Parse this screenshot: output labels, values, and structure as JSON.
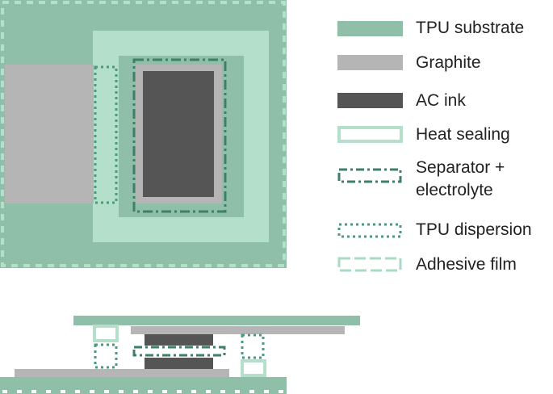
{
  "legend": [
    {
      "key": "tpu_substrate",
      "label": "TPU substrate",
      "swatch": "solid",
      "color": "#8fbfa9"
    },
    {
      "key": "graphite",
      "label": "Graphite",
      "swatch": "solid",
      "color": "#b5b5b5"
    },
    {
      "key": "ac_ink",
      "label": "AC ink",
      "swatch": "solid",
      "color": "#555555"
    },
    {
      "key": "heat_sealing",
      "label": "Heat sealing",
      "swatch": "outline",
      "color": "#b4dfca"
    },
    {
      "key": "separator",
      "label": "Separator +",
      "label_line2": "electrolyte",
      "swatch": "dash-dot",
      "color": "#3f7f68"
    },
    {
      "key": "tpu_dispersion",
      "label": "TPU dispersion",
      "swatch": "dotted",
      "color": "#4a9a7e"
    },
    {
      "key": "adhesive_film",
      "label": "Adhesive film",
      "swatch": "dashed",
      "color": "#a9dbc4"
    }
  ],
  "colors": {
    "tpu": "#8fbfa9",
    "heat_sealing_fill": "#b4dfca",
    "graphite": "#b5b5b5",
    "ac_ink": "#555555",
    "separator": "#3f7f68",
    "dispersion": "#4a9a7e",
    "adhesive": "#a9dbc4",
    "background": "#ffffff"
  }
}
